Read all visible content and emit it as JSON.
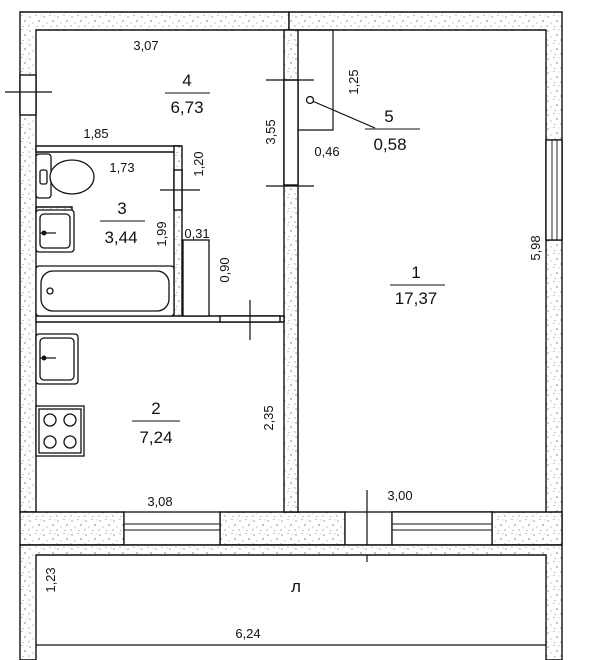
{
  "colors": {
    "line": "#111111",
    "wall_speckle": "#9a9a9a",
    "background": "#ffffff"
  },
  "rooms": [
    {
      "number": "4",
      "area": "6,73"
    },
    {
      "number": "5",
      "area": "0,58"
    },
    {
      "number": "3",
      "area": "3,44"
    },
    {
      "number": "1",
      "area": "17,37"
    },
    {
      "number": "2",
      "area": "7,24"
    }
  ],
  "balcony_label": "л",
  "dimensions": {
    "top_left_width": "3,07",
    "corridor_small_height": "1,25",
    "hall_height": "3,55",
    "closet_depth": "0,46",
    "hall_lower_width": "1,85",
    "wc_width": "1,73",
    "wc_door_height": "1,20",
    "bath_height": "1,99",
    "partition_thickness": "0,31",
    "partition_height": "0,90",
    "living_height": "5,98",
    "kitchen_height": "2,35",
    "kitchen_width": "3,08",
    "living_width": "3,00",
    "balcony_depth": "1,23",
    "balcony_width": "6,24"
  }
}
